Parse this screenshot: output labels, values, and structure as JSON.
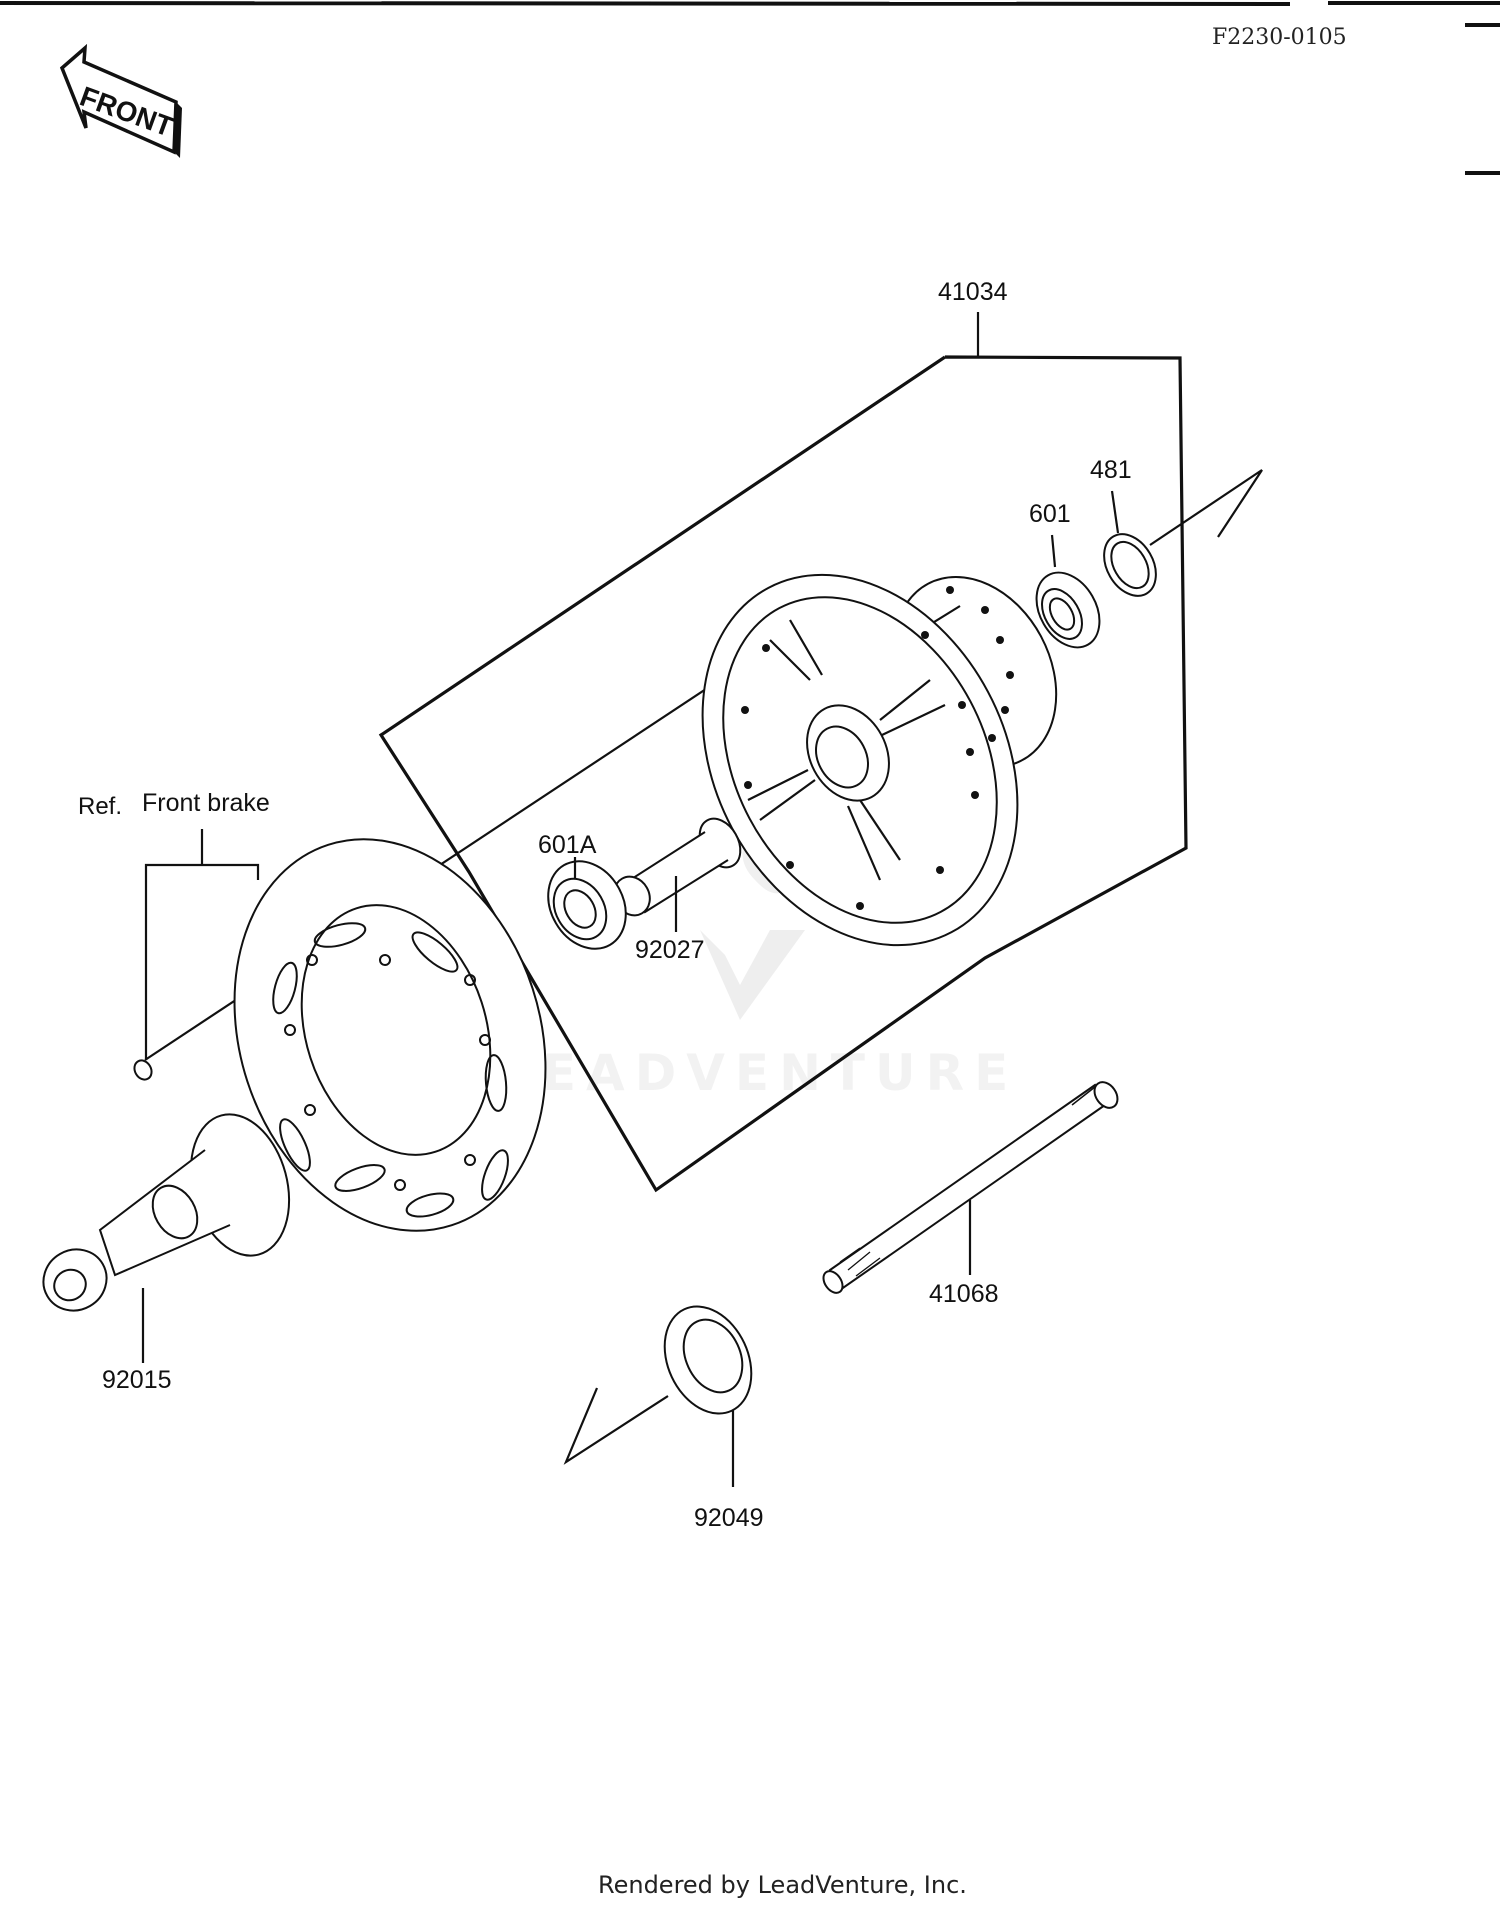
{
  "diagram": {
    "code": "F2230-0105",
    "front_badge": "FRONT",
    "ref_prefix": "Ref.",
    "ref_label": "Front brake",
    "watermark": "LEADVENTURE",
    "footer": "Rendered by LeadVenture, Inc."
  },
  "parts": [
    {
      "number": "41034"
    },
    {
      "number": "481"
    },
    {
      "number": "601"
    },
    {
      "number": "601A"
    },
    {
      "number": "92027"
    },
    {
      "number": "41068"
    },
    {
      "number": "92015"
    },
    {
      "number": "92049"
    }
  ]
}
